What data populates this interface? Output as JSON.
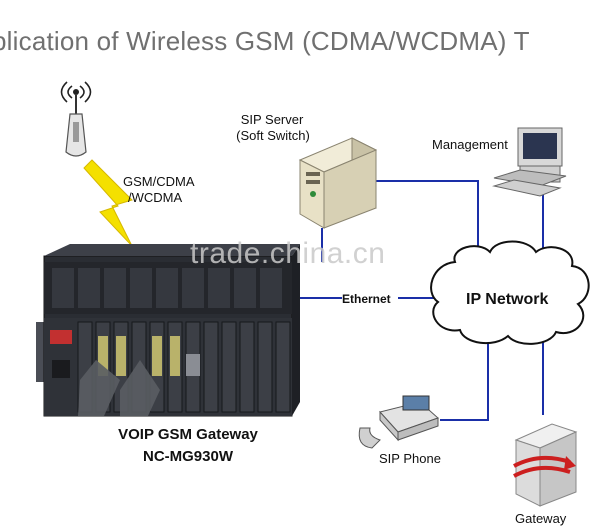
{
  "title": "plication of Wireless GSM (CDMA/WCDMA) T",
  "watermark": "trade.china.cn",
  "nodes": {
    "tower_label_line1": "GSM/CDMA",
    "tower_label_line2": "/WCDMA",
    "sip_server_line1": "SIP Server",
    "sip_server_line2": "(Soft Switch)",
    "management": "Management",
    "ip_network": "IP Network",
    "ethernet": "Ethernet",
    "gateway_name_line1": "VOIP GSM Gateway",
    "gateway_name_line2": "NC-MG930W",
    "sip_phone": "SIP Phone",
    "gateway": "Gateway"
  },
  "colors": {
    "link": "#1a2fa8",
    "lightning": "#f4e000",
    "chassis": "#2a2d33"
  }
}
